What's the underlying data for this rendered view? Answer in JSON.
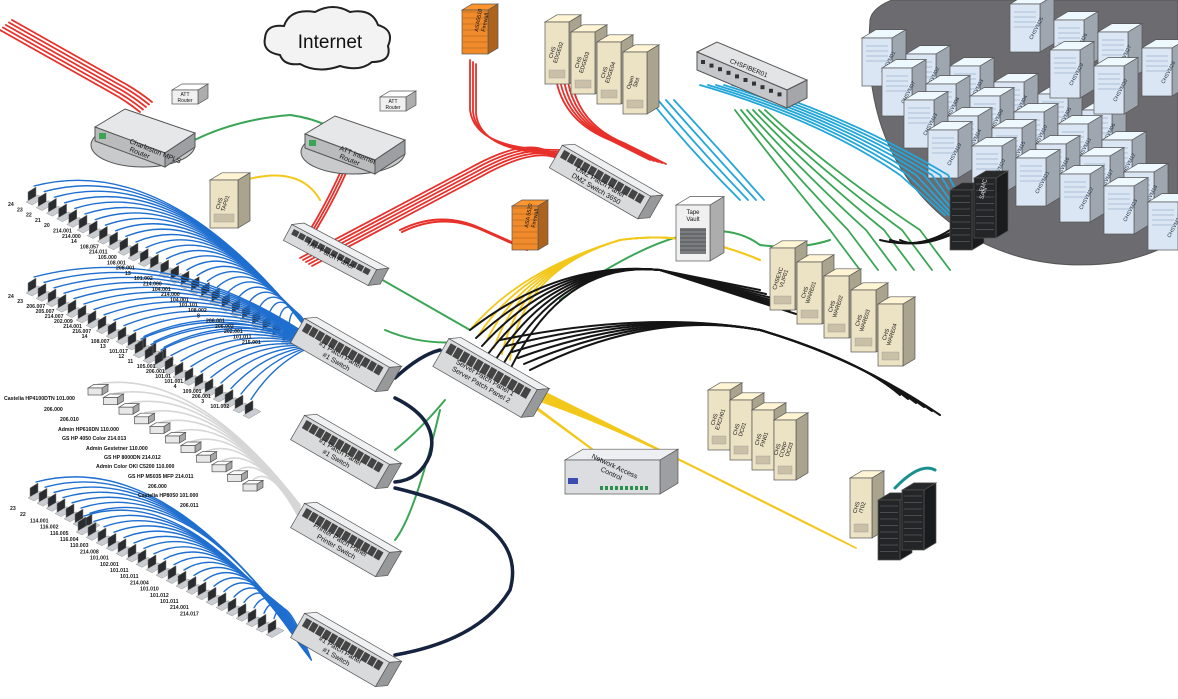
{
  "colors": {
    "red": "#e8302a",
    "green": "#3aa655",
    "yellow": "#f2c81c",
    "black": "#151515",
    "blue": "#1f6fd0",
    "cyan": "#23a6d8",
    "navy": "#16233f",
    "firewall": "#f08a2a",
    "server": "#ece2c4",
    "rack": "#232527",
    "panel": "#d9dadc",
    "dc_floor": "#6c6c70",
    "vm": "#dbe6f4"
  },
  "cloud": {
    "label": "Internet"
  },
  "routers": [
    {
      "lines": [
        "Charleston MPLS",
        "Router"
      ]
    },
    {
      "lines": [
        "ATT Internet",
        "Router"
      ]
    }
  ],
  "modems": [
    {
      "lines": [
        "ATT",
        "Router"
      ]
    },
    {
      "lines": [
        "ATT",
        "Router"
      ]
    }
  ],
  "firewalls": [
    {
      "lines": [
        "ASA5510",
        "Firewall"
      ]
    },
    {
      "lines": [
        "ASA 5520",
        "Firewall"
      ]
    }
  ],
  "tap_server": {
    "lines": [
      "CHS",
      "TAP01"
    ]
  },
  "edge_servers": [
    {
      "lines": [
        "CHS",
        "EDGE02"
      ]
    },
    {
      "lines": [
        "CHS",
        "EDGE03"
      ]
    },
    {
      "lines": [
        "CHS",
        "EDGE04"
      ]
    },
    {
      "lines": [
        "Open",
        "Slot"
      ]
    }
  ],
  "fiber_switch": {
    "label": "CHSFIBER01"
  },
  "tap_panel": {
    "lines": [
      "TAP Patch Panel"
    ]
  },
  "dmz": {
    "lines": [
      "DMZ Patch Panel",
      "DMZ Switch 3650"
    ]
  },
  "tape_vault": {
    "lines": [
      "Tape",
      "Vault"
    ]
  },
  "server_panels": {
    "lines": [
      "Server Patch Panel 1",
      "Server Patch Panel 2"
    ]
  },
  "ware_servers": [
    {
      "lines": [
        "CHSEXC",
        "VLIP01"
      ]
    },
    {
      "lines": [
        "CHS",
        "WARE01"
      ]
    },
    {
      "lines": [
        "CHS",
        "WARE02"
      ]
    },
    {
      "lines": [
        "CHS",
        "WARE03"
      ]
    },
    {
      "lines": [
        "CHS",
        "WARE04"
      ]
    }
  ],
  "exch_servers": [
    {
      "lines": [
        "CHS",
        "EXCH01"
      ]
    },
    {
      "lines": [
        "CHS",
        "DC01"
      ]
    },
    {
      "lines": [
        "CHS",
        "FIN01"
      ]
    },
    {
      "lines": [
        "CHS",
        "CORP",
        "DC03"
      ]
    }
  ],
  "it_server": {
    "lines": [
      "CHS",
      "IT02"
    ]
  },
  "nac": {
    "lines": [
      "Network Access",
      "Control"
    ]
  },
  "san_rack": {
    "lines": [
      "EMC",
      "SAN"
    ]
  },
  "vm_hosts": [
    "CHSVM01",
    "CHSVM02",
    "CHSVM03",
    "CHSVM04",
    "CHSVM05",
    "CHSVM06",
    "CHSVM07",
    "CHSVM08",
    "CHSVM09",
    "CHSVM10",
    "CHSVM11",
    "CHSVM12",
    "CHSVM13",
    "CHSVM14",
    "CHSVM15",
    "CHSVM16",
    "CHSVM17",
    "CHSVM18",
    "CHSVM19",
    "CHSVM20",
    "CHSVM21",
    "CHSVM22",
    "CHSVM23",
    "CHSVM24",
    "CHSVM25",
    "CHSVM26",
    "CHSVM27",
    "CHSVM28",
    "CHSVM29",
    "CHSVM30"
  ],
  "access_panels": [
    {
      "lines": [
        "#1 Patch Panel",
        "#1 Switch"
      ]
    },
    {
      "lines": [
        "#1 Patch Panel",
        "#1 Switch"
      ]
    },
    {
      "lines": [
        "Printer Patch Panel",
        "Printer Switch"
      ]
    },
    {
      "lines": [
        "#1 Patch Panel",
        "#1 Switch"
      ]
    }
  ],
  "desk_ports": {
    "group1": [
      "24",
      "23",
      "22",
      "21",
      "20",
      "214.001",
      "214.000",
      "14",
      "108.057",
      "214.011",
      "105.000",
      "108.001",
      "208.001",
      "13",
      "101.002",
      "214.000",
      "104.001",
      "214.000",
      "104.001",
      "101.101",
      "108.002",
      "8",
      "206.001",
      "206.002",
      "202.001",
      "101.011",
      "215.001"
    ],
    "group2": [
      "24",
      "23",
      "206.007",
      "205.007",
      "214.007",
      "202.009",
      "214.001",
      "216.007",
      "14",
      "108.007",
      "13",
      "101.017",
      "12",
      "11",
      "105.001",
      "206.001",
      "101.01",
      "101.001",
      "4",
      "109.001",
      "206.001",
      "3",
      "101.002"
    ],
    "group3": [
      "23",
      "22",
      "114.001",
      "116.002",
      "116.005",
      "116.004",
      "110.003",
      "214.008",
      "101.001",
      "102.001",
      "101.011",
      "101.011",
      "214.004",
      "101.010",
      "101.012",
      "101.011",
      "214.001",
      "214.017"
    ]
  },
  "printers": [
    "Castelia HP4100DTN 101.000",
    "206.000",
    "206.010",
    "Admin HP616DN 110.000",
    "GS HP 4050 Color 214.013",
    "Admin Gestetner 110.000",
    "GS HP 8000DN 214.012",
    "Admin Color OKI C5200 110.000",
    "GS HP M5035 MFP 214.011",
    "206.000",
    "Castelia HP8050 101.000",
    "206.011"
  ]
}
